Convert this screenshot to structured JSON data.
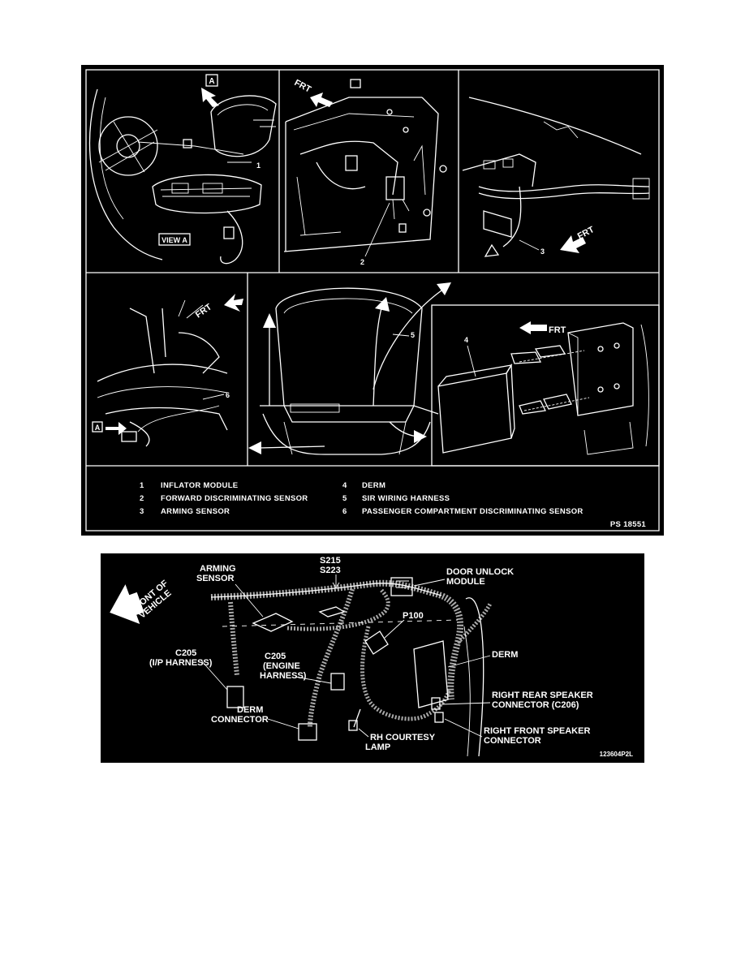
{
  "fig1": {
    "view_a_tag": "A",
    "view_a_caption": "VIEW A",
    "frt": "FRT",
    "callouts": [
      "1",
      "2",
      "3",
      "4",
      "5",
      "6"
    ],
    "legend": [
      {
        "num": "1",
        "text": "INFLATOR MODULE"
      },
      {
        "num": "2",
        "text": "FORWARD DISCRIMINATING SENSOR"
      },
      {
        "num": "3",
        "text": "ARMING SENSOR"
      },
      {
        "num": "4",
        "text": "DERM"
      },
      {
        "num": "5",
        "text": "SIR WIRING HARNESS"
      },
      {
        "num": "6",
        "text": "PASSENGER COMPARTMENT DISCRIMINATING SENSOR"
      }
    ],
    "figure_id": "PS 18551"
  },
  "fig2": {
    "front_of_vehicle": [
      "FRONT OF",
      "VEHICLE"
    ],
    "arming_sensor": [
      "ARMING",
      "SENSOR"
    ],
    "s215": "S215",
    "s223": "S223",
    "door_unlock": [
      "DOOR UNLOCK",
      "MODULE"
    ],
    "p100": "P100",
    "derm": "DERM",
    "c205_ip": [
      "C205",
      "(I/P HARNESS)"
    ],
    "c205_engine": [
      "C205",
      "(ENGINE",
      "HARNESS)"
    ],
    "derm_connector": [
      "DERM",
      "CONNECTOR"
    ],
    "rh_courtesy": [
      "RH COURTESY",
      "LAMP"
    ],
    "rr_speaker": [
      "RIGHT REAR SPEAKER",
      "CONNECTOR (C206)"
    ],
    "rf_speaker": [
      "RIGHT FRONT SPEAKER",
      "CONNECTOR"
    ],
    "figure_id": "123604P2L"
  }
}
